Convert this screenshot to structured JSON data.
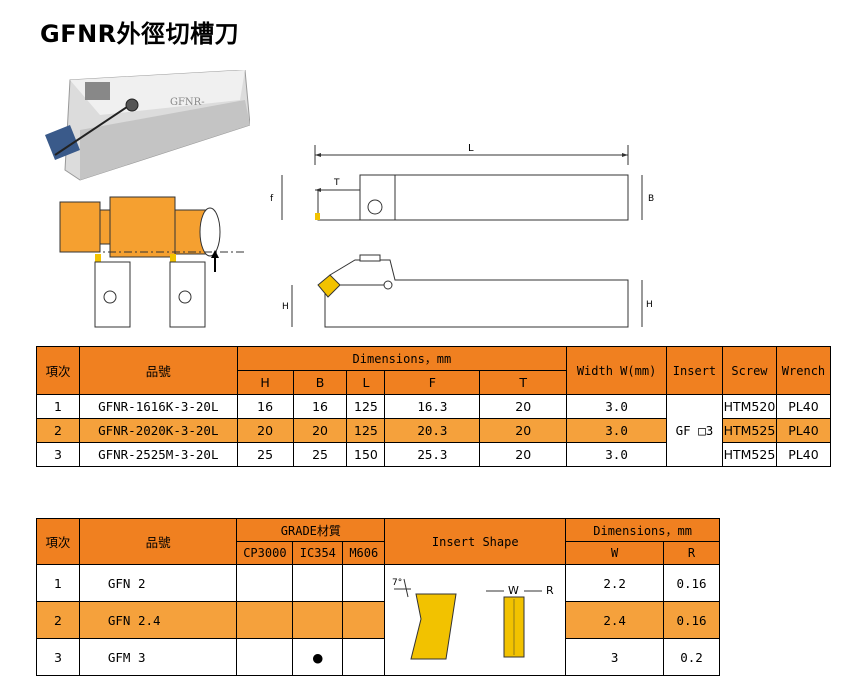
{
  "title": "GFNR外徑切槽刀",
  "drawing": {
    "label_L": "L",
    "label_T": "T",
    "label_f": "f",
    "label_B": "B",
    "label_H_left": "H",
    "label_H_right": "H",
    "photo_text": "GFNR-"
  },
  "table1": {
    "h_index": "項次",
    "h_part": "品號",
    "h_dims": "Dimensions，mm",
    "h_cols": [
      "H",
      "B",
      "L",
      "F",
      "T"
    ],
    "h_width": "Width W(mm)",
    "h_insert": "Insert",
    "h_screw": "Screw",
    "h_wrench": "Wrench",
    "insert_value": "GF □3",
    "rows": [
      {
        "idx": "1",
        "part": "GFNR-1616K-3-20L",
        "H": "16",
        "B": "16",
        "L": "125",
        "F": "16.3",
        "T": "20",
        "W": "3.0",
        "screw": "HTM520",
        "wrench": "PL40"
      },
      {
        "idx": "2",
        "part": "GFNR-2020K-3-20L",
        "H": "20",
        "B": "20",
        "L": "125",
        "F": "20.3",
        "T": "20",
        "W": "3.0",
        "screw": "HTM525",
        "wrench": "PL40"
      },
      {
        "idx": "3",
        "part": "GFNR-2525M-3-20L",
        "H": "25",
        "B": "25",
        "L": "150",
        "F": "25.3",
        "T": "20",
        "W": "3.0",
        "screw": "HTM525",
        "wrench": "PL40"
      }
    ]
  },
  "table2": {
    "h_index": "項次",
    "h_part": "品號",
    "h_grade": "GRADE材質",
    "h_grades": [
      "CP3000",
      "IC354",
      "M606"
    ],
    "h_shape": "Insert Shape",
    "h_dims": "Dimensions，mm",
    "h_W": "W",
    "h_R": "R",
    "shape_label_W": "W",
    "shape_label_R": "R",
    "shape_label_7": "7°",
    "rows": [
      {
        "idx": "1",
        "part": "GFN 2",
        "W": "2.2",
        "R": "0.16",
        "grade_mark": ""
      },
      {
        "idx": "2",
        "part": "GFN 2.4",
        "W": "2.4",
        "R": "0.16",
        "grade_mark": ""
      },
      {
        "idx": "3",
        "part": "GFM 3",
        "W": "3",
        "R": "0.2",
        "grade_mark": "●"
      }
    ]
  },
  "colors": {
    "header_orange": "#f08020",
    "row_highlight": "#f5a13c",
    "insert_yellow": "#f2c200"
  }
}
